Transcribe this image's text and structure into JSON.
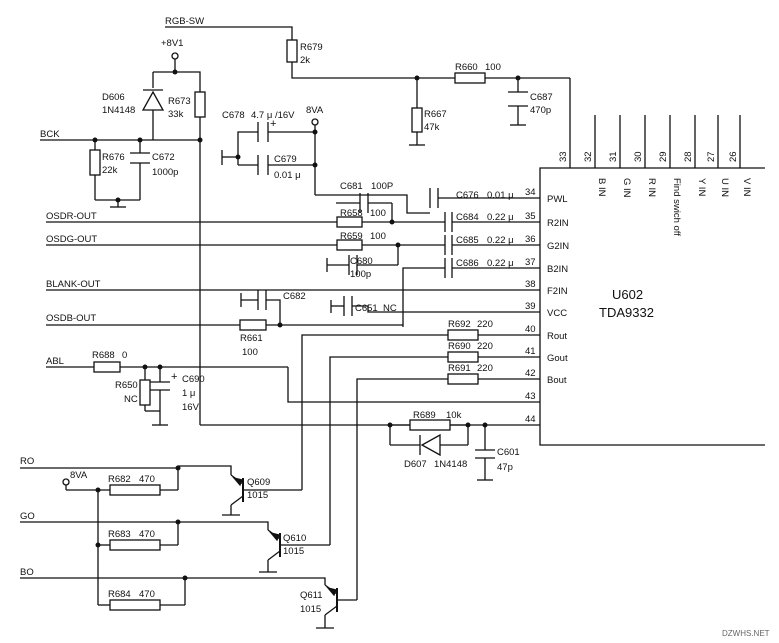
{
  "nets": {
    "rgb_sw": "RGB-SW",
    "v8v1": "+8V1",
    "v8va_top": "8VA",
    "v8va_bottom": "8VA",
    "bck": "BCK",
    "osdr": "OSDR-OUT",
    "osdg": "OSDG-OUT",
    "blank": "BLANK-OUT",
    "osdb": "OSDB-OUT",
    "abl": "ABL",
    "ro": "RO",
    "go": "GO",
    "bo": "BO"
  },
  "ic": {
    "ref": "U602",
    "part": "TDA9332",
    "right_pins": [
      {
        "num": "33"
      },
      {
        "num": "32",
        "label": "B IN"
      },
      {
        "num": "31",
        "label": "G IN"
      },
      {
        "num": "30",
        "label": "R IN"
      },
      {
        "num": "29",
        "label": "Find swich off"
      },
      {
        "num": "28",
        "label": "Y IN"
      },
      {
        "num": "27",
        "label": "U IN"
      },
      {
        "num": "26",
        "label": "V IN"
      }
    ],
    "left_pins": [
      {
        "num": "34",
        "label": "PWL"
      },
      {
        "num": "35",
        "label": "R2IN"
      },
      {
        "num": "36",
        "label": "G2IN"
      },
      {
        "num": "37",
        "label": "B2IN"
      },
      {
        "num": "38",
        "label": "F2IN"
      },
      {
        "num": "39",
        "label": "VCC"
      },
      {
        "num": "40",
        "label": "Rout"
      },
      {
        "num": "41",
        "label": "Gout"
      },
      {
        "num": "42",
        "label": "Bout"
      },
      {
        "num": "43",
        "label": ""
      },
      {
        "num": "44",
        "label": ""
      }
    ]
  },
  "components": {
    "r679": {
      "ref": "R679",
      "value": "2k"
    },
    "r660": {
      "ref": "R660",
      "value": "100"
    },
    "c687": {
      "ref": "C687",
      "value": "470p"
    },
    "r667": {
      "ref": "R667",
      "value": "47k"
    },
    "d606": {
      "ref": "D606",
      "value": "1N4148"
    },
    "r673": {
      "ref": "R673",
      "value": "33k"
    },
    "c678": {
      "ref": "C678",
      "value": "4.7 μ /16V"
    },
    "c679": {
      "ref": "C679",
      "value": "0.01 μ"
    },
    "r676": {
      "ref": "R676",
      "value": "22k"
    },
    "c672": {
      "ref": "C672",
      "value": "1000p"
    },
    "c681": {
      "ref": "C681",
      "value": "100P"
    },
    "c676": {
      "ref": "C676",
      "value": "0.01 μ"
    },
    "r658": {
      "ref": "R658",
      "value": "100"
    },
    "c684": {
      "ref": "C684",
      "value": "0.22 μ"
    },
    "r659": {
      "ref": "R659",
      "value": "100"
    },
    "c685": {
      "ref": "C685",
      "value": "0.22 μ"
    },
    "c680": {
      "ref": "C680",
      "value": "100p"
    },
    "c686": {
      "ref": "C686",
      "value": "0.22 μ"
    },
    "c682": {
      "ref": "C682"
    },
    "c651": {
      "ref": "C651",
      "value": "NC"
    },
    "r661": {
      "ref": "R661",
      "value": "100"
    },
    "r692": {
      "ref": "R692",
      "value": "220"
    },
    "r690": {
      "ref": "R690",
      "value": "220"
    },
    "r691": {
      "ref": "R691",
      "value": "220"
    },
    "r688": {
      "ref": "R688",
      "value": "0"
    },
    "r650": {
      "ref": "R650",
      "value": "NC"
    },
    "c690": {
      "ref": "C690",
      "value": "1 μ",
      "rating": "16V"
    },
    "r689": {
      "ref": "R689",
      "value": "10k"
    },
    "d607": {
      "ref": "D607",
      "value": "1N4148"
    },
    "c601": {
      "ref": "C601",
      "value": "47p"
    },
    "r682": {
      "ref": "R682",
      "value": "470"
    },
    "r683": {
      "ref": "R683",
      "value": "470"
    },
    "r684": {
      "ref": "R684",
      "value": "470"
    },
    "q609": {
      "ref": "Q609",
      "value": "1015"
    },
    "q610": {
      "ref": "Q610",
      "value": "1015"
    },
    "q611": {
      "ref": "Q611",
      "value": "1015"
    }
  },
  "watermark": "DZWHS.NET"
}
